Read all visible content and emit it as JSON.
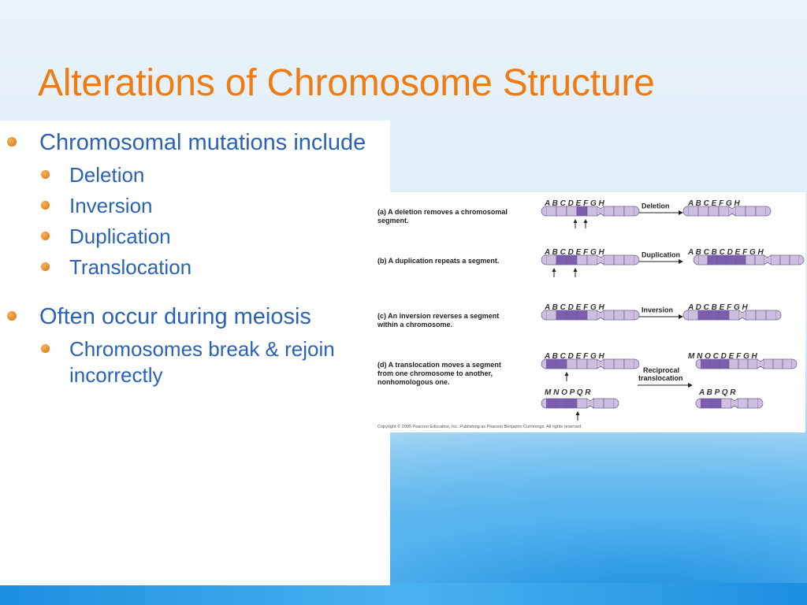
{
  "slide": {
    "title": "Alterations of Chromosome Structure",
    "bullets": [
      {
        "text": "Chromosomal mutations include",
        "sub": [
          "Deletion",
          "Inversion",
          "Duplication",
          "Translocation"
        ]
      },
      {
        "text": "Often occur during meiosis",
        "sub": [
          "Chromosomes break & rejoin incorrectly"
        ]
      }
    ]
  },
  "figure": {
    "rows": [
      {
        "caption": [
          "(a) A deletion removes a chromosomal",
          "segment."
        ],
        "left_letters": "A B C D E   F G H",
        "arrow_label": [
          "Deletion"
        ],
        "right_letters": "A B C E   F G H"
      },
      {
        "caption": [
          "(b) A duplication repeats a segment."
        ],
        "left_letters": "A B C D E   F G H",
        "arrow_label": [
          "Duplication"
        ],
        "right_letters": "A B C B C D E   F G H"
      },
      {
        "caption": [
          "(c) An inversion reverses a segment",
          "within a chromosome."
        ],
        "left_letters": "A B C D E   F G H",
        "arrow_label": [
          "Inversion"
        ],
        "right_letters": "A D C B E   F G H"
      },
      {
        "caption": [
          "(d) A translocation moves a segment",
          "from one chromosome to another,",
          "nonhomologous one."
        ],
        "left_letters": "A B C D E   F G H",
        "left_letters_2": "M N O P Q   R",
        "arrow_label": [
          "Reciprocal",
          "translocation"
        ],
        "right_letters": "M N O C D E   F G H",
        "right_letters_2": "A B P Q   R"
      }
    ],
    "copyright": "Copyright © 2005 Pearson Education, Inc. Publishing as Pearson Benjamin Cummings. All rights reserved.",
    "colors": {
      "light_band": "#cdbfe0",
      "dark_band": "#7b5fae",
      "outline": "#6a5a8c"
    }
  }
}
